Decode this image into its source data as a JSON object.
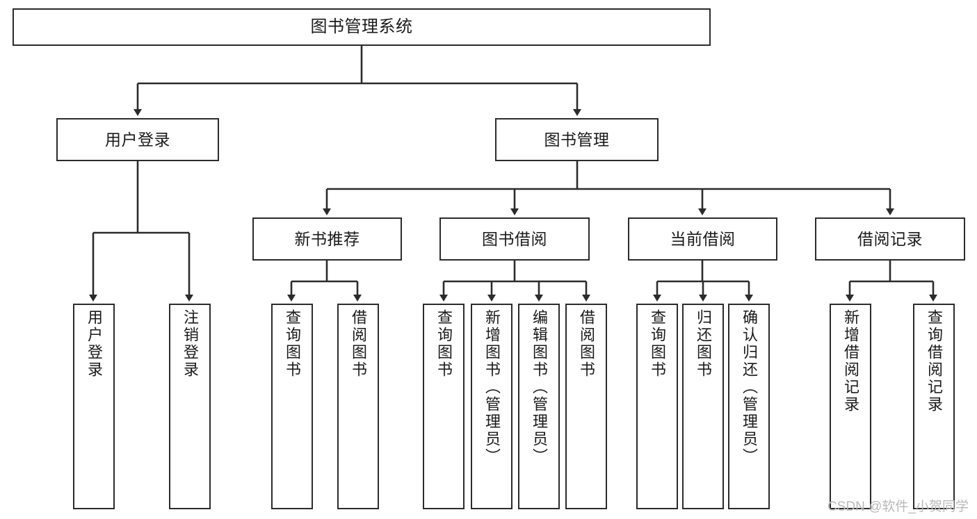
{
  "diagram": {
    "type": "tree",
    "orientation": "top-down",
    "title": "图书管理系统",
    "root": {
      "label": "图书管理系统"
    },
    "level2": [
      {
        "label": "用户登录"
      },
      {
        "label": "图书管理"
      }
    ],
    "level3": [
      {
        "label": "新书推荐"
      },
      {
        "label": "图书借阅"
      },
      {
        "label": "当前借阅"
      },
      {
        "label": "借阅记录"
      }
    ],
    "leaves": {
      "user_login": [
        {
          "label": "用户登录"
        },
        {
          "label": "注销登录"
        }
      ],
      "new_book_recommend": [
        {
          "label": "查询图书"
        },
        {
          "label": "借阅图书"
        }
      ],
      "book_borrow": [
        {
          "label": "查询图书"
        },
        {
          "label": "新增图书（管理员）"
        },
        {
          "label": "编辑图书（管理员）"
        },
        {
          "label": "借阅图书"
        }
      ],
      "current_borrow": [
        {
          "label": "查询图书"
        },
        {
          "label": "归还图书"
        },
        {
          "label": "确认归还（管理员）"
        }
      ],
      "borrow_record": [
        {
          "label": "新增借阅记录"
        },
        {
          "label": "查询借阅记录"
        }
      ]
    }
  },
  "watermark": {
    "text": "CSDN @软件_小贺同学"
  },
  "colors": {
    "stroke": "#2b2b2b",
    "text": "#1a1a1a",
    "background": "#ffffff",
    "watermark": "#b9b9b9"
  }
}
